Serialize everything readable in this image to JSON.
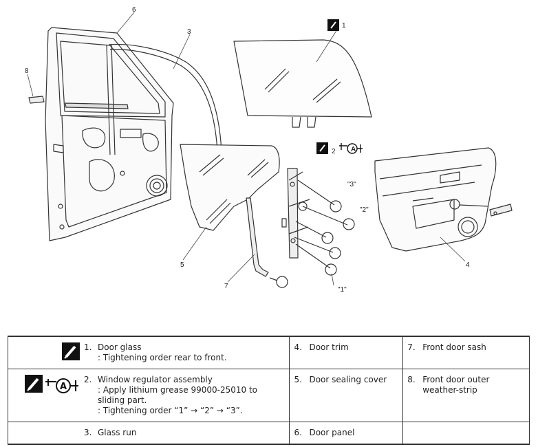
{
  "diagram": {
    "callouts": {
      "n1": "1",
      "n2": "2",
      "n3": "3",
      "n4": "4",
      "n5": "5",
      "n6": "6",
      "n7": "7",
      "n8": "8",
      "q1": "\"1\"",
      "q2": "\"2\"",
      "q3": "\"3\""
    },
    "grease_letter": "A"
  },
  "legend": {
    "rows": [
      [
        {
          "num": "1.",
          "icons": [
            "tighten-mark-icon"
          ],
          "lines": [
            "Door glass",
            ": Tightening order rear to front."
          ]
        },
        {
          "num": "4.",
          "lines": [
            "Door trim"
          ]
        },
        {
          "num": "7.",
          "lines": [
            "Front door sash"
          ]
        }
      ],
      [
        {
          "num": "2.",
          "icons": [
            "tighten-mark-icon",
            "grease-gun-icon"
          ],
          "lines": [
            "Window regulator assembly",
            ": Apply lithium grease 99000-25010 to sliding part.",
            ": Tightening order “1” → “2” → “3”."
          ]
        },
        {
          "num": "5.",
          "lines": [
            "Door sealing cover"
          ]
        },
        {
          "num": "8.",
          "lines": [
            "Front door outer",
            "weather-strip"
          ]
        }
      ],
      [
        {
          "num": "3.",
          "lines": [
            "Glass run"
          ]
        },
        {
          "num": "6.",
          "lines": [
            "Door panel"
          ]
        },
        {
          "num": "",
          "lines": []
        }
      ]
    ]
  }
}
